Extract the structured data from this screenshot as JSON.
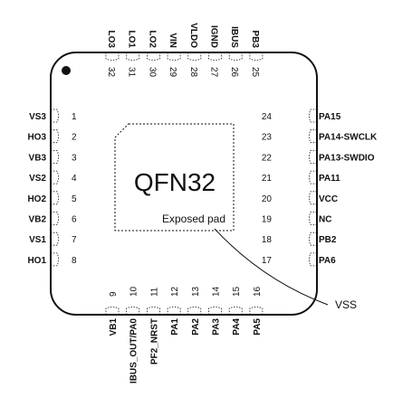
{
  "chip": {
    "name": "QFN32",
    "pad_label": "Exposed pad",
    "vss_label": "VSS"
  },
  "left_pins": [
    {
      "num": "1",
      "label": "VS3"
    },
    {
      "num": "2",
      "label": "HO3"
    },
    {
      "num": "3",
      "label": "VB3"
    },
    {
      "num": "4",
      "label": "VS2"
    },
    {
      "num": "5",
      "label": "HO2"
    },
    {
      "num": "6",
      "label": "VB2"
    },
    {
      "num": "7",
      "label": "VS1"
    },
    {
      "num": "8",
      "label": "HO1"
    }
  ],
  "bottom_pins": [
    {
      "num": "9",
      "label": "VB1"
    },
    {
      "num": "10",
      "label": "IBUS_OUT/PA0"
    },
    {
      "num": "11",
      "label": "PF2_NRST"
    },
    {
      "num": "12",
      "label": "PA1"
    },
    {
      "num": "13",
      "label": "PA2"
    },
    {
      "num": "14",
      "label": "PA3"
    },
    {
      "num": "15",
      "label": "PA4"
    },
    {
      "num": "16",
      "label": "PA5"
    }
  ],
  "right_pins": [
    {
      "num": "17",
      "label": "PA6"
    },
    {
      "num": "18",
      "label": "PB2"
    },
    {
      "num": "19",
      "label": "NC"
    },
    {
      "num": "20",
      "label": "VCC"
    },
    {
      "num": "21",
      "label": "PA11"
    },
    {
      "num": "22",
      "label": "PA13-SWDIO"
    },
    {
      "num": "23",
      "label": "PA14-SWCLK"
    },
    {
      "num": "24",
      "label": "PA15"
    }
  ],
  "top_pins": [
    {
      "num": "25",
      "label": "PB3"
    },
    {
      "num": "26",
      "label": "IBUS"
    },
    {
      "num": "27",
      "label": "IGND"
    },
    {
      "num": "28",
      "label": "VLDO"
    },
    {
      "num": "29",
      "label": "VIN"
    },
    {
      "num": "30",
      "label": "LO2"
    },
    {
      "num": "31",
      "label": "LO1"
    },
    {
      "num": "32",
      "label": "LO3"
    }
  ]
}
